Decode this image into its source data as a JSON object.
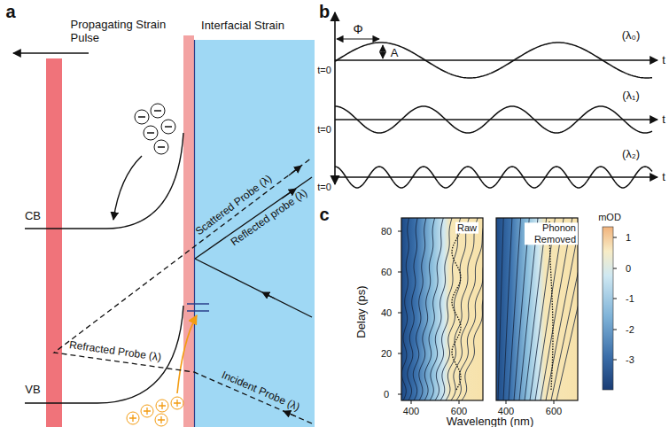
{
  "diagram": {
    "labels": [
      "a",
      "Propagating Strain Pulse",
      "Interfacial Strain",
      "CB",
      "VB",
      "Scattered Probe (λ)",
      "Reflected probe (λ)",
      "Refracted Probe (λ)",
      "Incident Probe (λ)",
      "b",
      "Φ",
      "A",
      "(λ₀)",
      "(λ₁)",
      "(λ₂)",
      "t=0",
      "t=0",
      "t=0",
      "t",
      "t",
      "t",
      "c",
      "Delay (ps)",
      "80",
      "60",
      "40",
      "20",
      "0",
      "400",
      "600",
      "400",
      "600",
      "Wavelength (nm)",
      "Raw",
      "Phonon Removed",
      "mOD",
      "1",
      "0",
      "-1",
      "-2",
      "-3"
    ]
  }
}
